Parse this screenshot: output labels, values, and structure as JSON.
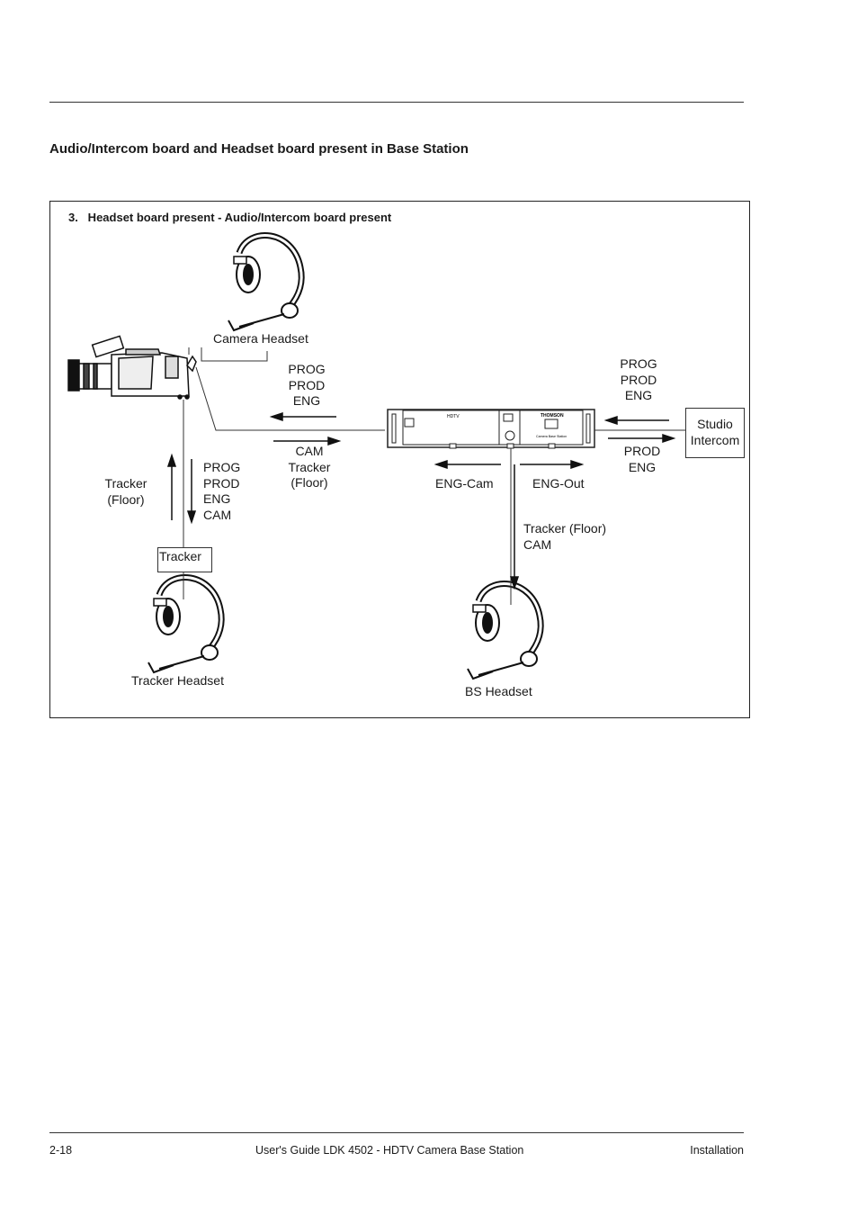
{
  "heading": "Audio/Intercom board and Headset board present in Base Station",
  "figure": {
    "title": "3.   Headset board present - Audio/Intercom board present",
    "labels": {
      "camera_headset": "Camera Headset",
      "cam_in": "PROG\nPROD\nENG",
      "cam_out": "CAM\nTracker\n(Floor)",
      "studio_in": "PROG\nPROD\nENG",
      "studio_out": "PROD\nENG",
      "studio_intercom": "Studio\nIntercom",
      "tracker_up": "Tracker\n(Floor)",
      "tracker_down": "PROG\nPROD\nENG\nCAM",
      "tracker_box": "Tracker",
      "tracker_headset": "Tracker Headset",
      "eng_cam": "ENG-Cam",
      "eng_out": "ENG-Out",
      "bs_feed": "Tracker (Floor)\nCAM",
      "bs_headset": "BS Headset"
    },
    "device": {
      "model_text": "HDTV",
      "brand_text": "THOMSON",
      "caption_text": "Camera Base Station"
    }
  },
  "footer": {
    "page_number": "2-18",
    "doc_title": "User's Guide LDK 4502 - HDTV Camera Base Station",
    "section": "Installation"
  }
}
